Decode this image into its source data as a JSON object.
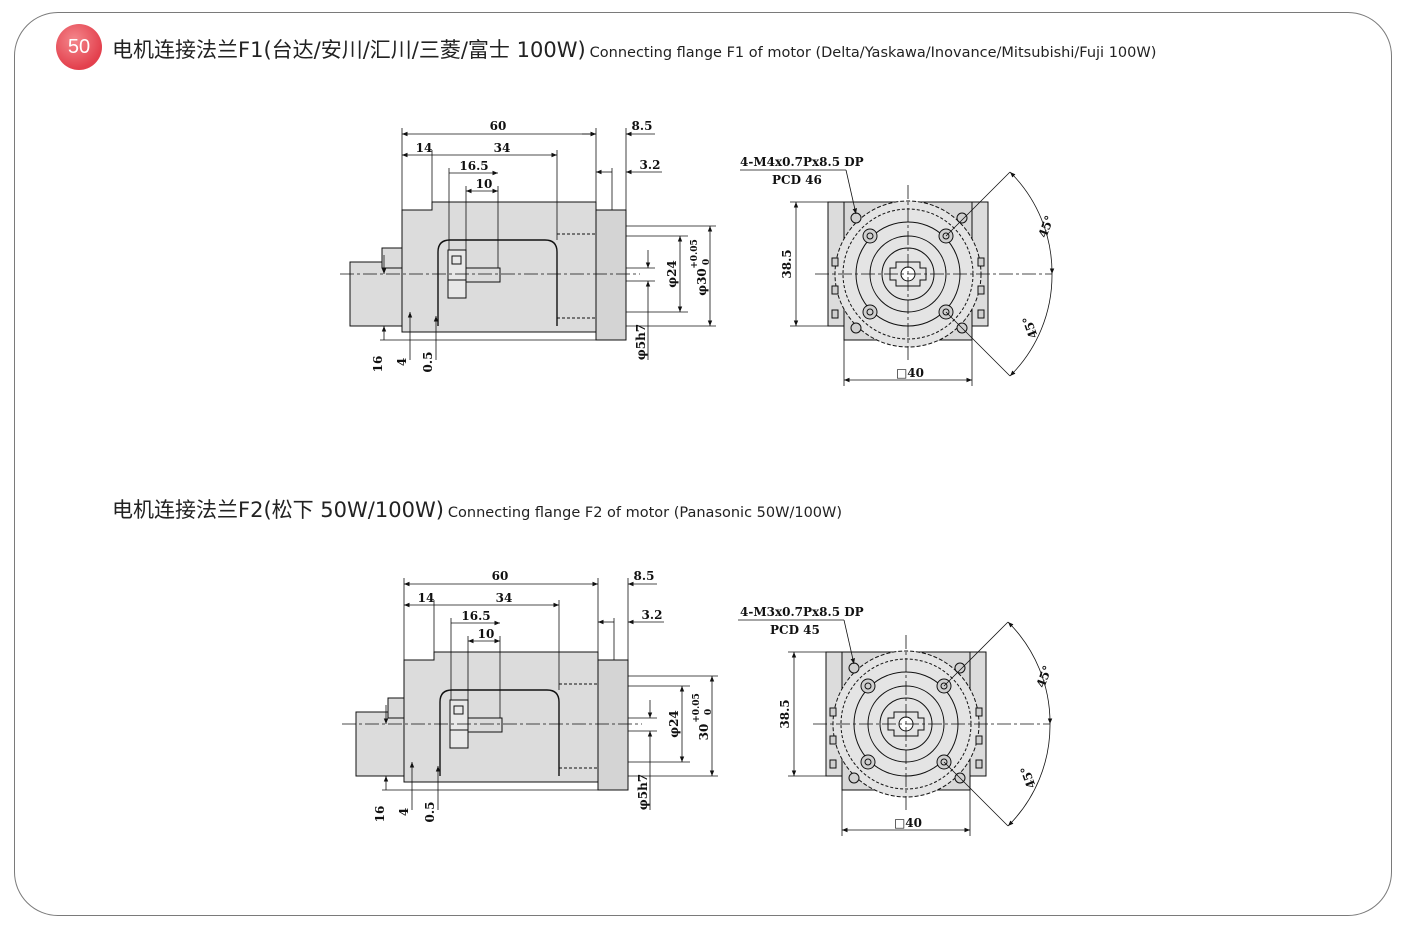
{
  "page_number": "50",
  "sections": [
    {
      "title_zh": "电机连接法兰F1(台达/安川/汇川/三菱/富士  100W)",
      "title_en": "Connecting flange F1 of motor  (Delta/Yaskawa/Inovance/Mitsubishi/Fuji 100W)",
      "side": {
        "d60": "60",
        "d85": "8.5",
        "d14": "14",
        "d34": "34",
        "d165": "16.5",
        "d10": "10",
        "d32": "3.2",
        "d24": "φ24",
        "d30": "φ30",
        "tol_upper": "+0.05",
        "tol_lower": "0",
        "d5h7": "φ5h7",
        "d16": "16",
        "d4": "4",
        "d05": "0.5"
      },
      "front": {
        "thread": "4-M4x0.7Px8.5 DP",
        "pcd": "PCD 46",
        "d385": "38.5",
        "sq40": "□40",
        "a1": "45°",
        "a2": "45°"
      }
    },
    {
      "title_zh": "电机连接法兰F2(松下 50W/100W)",
      "title_en": "Connecting flange F2 of motor (Panasonic  50W/100W)",
      "side": {
        "d60": "60",
        "d85": "8.5",
        "d14": "14",
        "d34": "34",
        "d165": "16.5",
        "d10": "10",
        "d32": "3.2",
        "d24": "φ24",
        "d30": "30",
        "tol_upper": "+0.05",
        "tol_lower": "0",
        "d5h7": "φ5h7",
        "d16": "16",
        "d4": "4",
        "d05": "0.5"
      },
      "front": {
        "thread": "4-M3x0.7Px8.5 DP",
        "pcd": "PCD 45",
        "d385": "38.5",
        "sq40": "□40",
        "a1": "45°",
        "a2": "45°"
      }
    }
  ]
}
